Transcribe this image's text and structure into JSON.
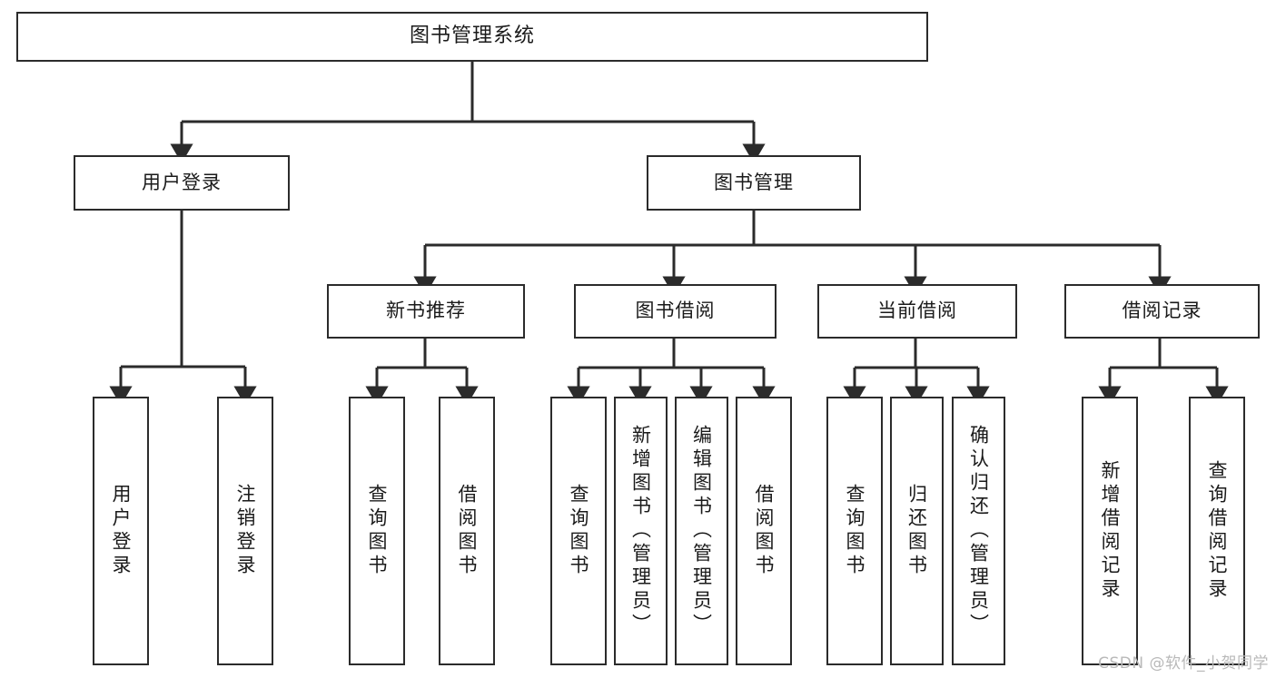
{
  "diagram": {
    "type": "tree-hierarchy",
    "title": "图书管理系统",
    "colors": {
      "box_border": "#2b2b2b",
      "box_fill": "#ffffff",
      "connector": "#2b2b2b",
      "watermark": "#b9b9b9",
      "background": "#ffffff"
    },
    "root": {
      "label": "图书管理系统"
    },
    "level1": [
      {
        "label": "用户登录"
      },
      {
        "label": "图书管理"
      }
    ],
    "level2": [
      {
        "label": "新书推荐"
      },
      {
        "label": "图书借阅"
      },
      {
        "label": "当前借阅"
      },
      {
        "label": "借阅记录"
      }
    ],
    "leaves": {
      "user_login": [
        {
          "label": "用户登录"
        },
        {
          "label": "注销登录"
        }
      ],
      "new_book_recommend": [
        {
          "label": "查询图书"
        },
        {
          "label": "借阅图书"
        }
      ],
      "book_borrow": [
        {
          "label": "查询图书"
        },
        {
          "label": "新增图书（管理员）"
        },
        {
          "label": "编辑图书（管理员）"
        },
        {
          "label": "借阅图书"
        }
      ],
      "current_borrow": [
        {
          "label": "查询图书"
        },
        {
          "label": "归还图书"
        },
        {
          "label": "确认归还（管理员）"
        }
      ],
      "borrow_record": [
        {
          "label": "新增借阅记录"
        },
        {
          "label": "查询借阅记录"
        }
      ]
    }
  },
  "watermark": {
    "text": "CSDN @软件_小贺同学"
  }
}
